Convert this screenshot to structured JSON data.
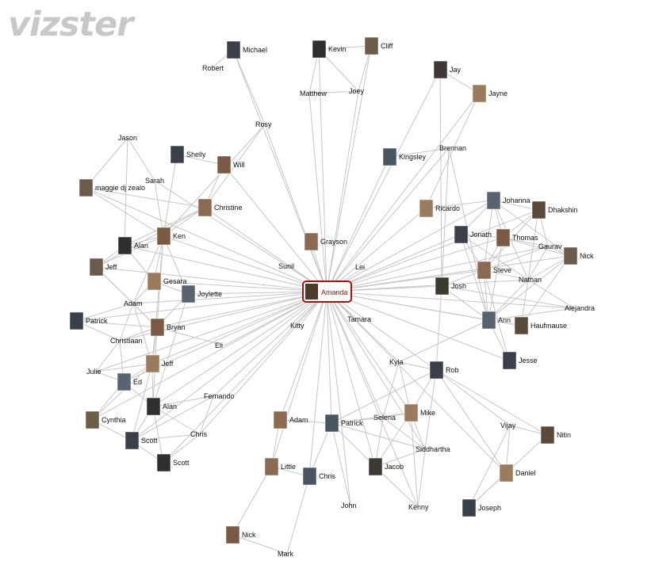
{
  "app": {
    "logo_text": "vizster"
  },
  "colors": {
    "edge": "#c6c6c6",
    "focus_border": "#a01414",
    "focus_text": "#a01414",
    "label_text": "#111111",
    "logo": "#c8c8c8"
  },
  "focus": {
    "name": "Amanda"
  },
  "nodes": [
    {
      "id": "amanda",
      "label": "Amanda",
      "photo": true
    },
    {
      "id": "michael",
      "label": "Michael",
      "photo": true
    },
    {
      "id": "robert",
      "label": "Robert",
      "photo": false
    },
    {
      "id": "kevin",
      "label": "Kevin",
      "photo": true
    },
    {
      "id": "cliff",
      "label": "Cliff",
      "photo": true
    },
    {
      "id": "matthew",
      "label": "Matthew",
      "photo": false
    },
    {
      "id": "joey",
      "label": "Joey",
      "photo": false
    },
    {
      "id": "jay",
      "label": "Jay",
      "photo": true
    },
    {
      "id": "jayne",
      "label": "Jayne",
      "photo": true
    },
    {
      "id": "rosy",
      "label": "Rosy",
      "photo": false
    },
    {
      "id": "jason",
      "label": "Jason",
      "photo": false
    },
    {
      "id": "shelly",
      "label": "Shelly",
      "photo": true
    },
    {
      "id": "will",
      "label": "Will",
      "photo": true
    },
    {
      "id": "sarah",
      "label": "Sarah",
      "photo": false
    },
    {
      "id": "maggie",
      "label": "maggie dj zealo",
      "photo": true
    },
    {
      "id": "christine",
      "label": "Christine",
      "photo": true
    },
    {
      "id": "kingsley",
      "label": "Kingsley",
      "photo": true
    },
    {
      "id": "brennan",
      "label": "Brennan",
      "photo": false
    },
    {
      "id": "ricardo",
      "label": "Ricardo",
      "photo": true
    },
    {
      "id": "johanna",
      "label": "Johanna",
      "photo": true
    },
    {
      "id": "dhakshin",
      "label": "Dhakshin",
      "photo": true
    },
    {
      "id": "jonath",
      "label": "Jonath",
      "photo": true
    },
    {
      "id": "thomas",
      "label": "Thomas",
      "photo": true
    },
    {
      "id": "gaurav",
      "label": "Gaurav",
      "photo": false
    },
    {
      "id": "nick_r",
      "label": "Nick",
      "photo": true
    },
    {
      "id": "steve",
      "label": "Steve",
      "photo": true
    },
    {
      "id": "nathan",
      "label": "Nathan",
      "photo": false
    },
    {
      "id": "josh",
      "label": "Josh",
      "photo": true
    },
    {
      "id": "alejandra",
      "label": "Alejandra",
      "photo": false
    },
    {
      "id": "ann",
      "label": "Ann",
      "photo": true
    },
    {
      "id": "haufmause",
      "label": "Haufmause",
      "photo": true
    },
    {
      "id": "jesse",
      "label": "Jesse",
      "photo": true
    },
    {
      "id": "ken",
      "label": "Ken",
      "photo": true
    },
    {
      "id": "alan_t",
      "label": "Alan",
      "photo": true
    },
    {
      "id": "jeff_t",
      "label": "Jeff",
      "photo": true
    },
    {
      "id": "grayson",
      "label": "Grayson",
      "photo": true
    },
    {
      "id": "sunil",
      "label": "Sunil",
      "photo": false
    },
    {
      "id": "lei",
      "label": "Lei",
      "photo": false
    },
    {
      "id": "gesara",
      "label": "Gesara",
      "photo": true
    },
    {
      "id": "joylette",
      "label": "Joylette",
      "photo": true
    },
    {
      "id": "adam_l",
      "label": "Adam",
      "photo": false
    },
    {
      "id": "patrick_l",
      "label": "Patrick",
      "photo": true
    },
    {
      "id": "bryan",
      "label": "Bryan",
      "photo": true
    },
    {
      "id": "christiaan",
      "label": "Christiaan",
      "photo": false
    },
    {
      "id": "eli",
      "label": "Eli",
      "photo": false
    },
    {
      "id": "kitty",
      "label": "Kitty",
      "photo": false
    },
    {
      "id": "tamara",
      "label": "Tamara",
      "photo": false
    },
    {
      "id": "julie",
      "label": "Julie",
      "photo": false
    },
    {
      "id": "jeff_b",
      "label": "Jeff",
      "photo": true
    },
    {
      "id": "ed",
      "label": "Ed",
      "photo": true
    },
    {
      "id": "kyla",
      "label": "Kyla",
      "photo": false
    },
    {
      "id": "rob",
      "label": "Rob",
      "photo": true
    },
    {
      "id": "fernando",
      "label": "Fernando",
      "photo": false
    },
    {
      "id": "alan_b",
      "label": "Alan",
      "photo": true
    },
    {
      "id": "cynthia",
      "label": "Cynthia",
      "photo": true
    },
    {
      "id": "adam_c",
      "label": "Adam",
      "photo": true
    },
    {
      "id": "patrick_c",
      "label": "Patrick",
      "photo": true
    },
    {
      "id": "selena",
      "label": "Selena",
      "photo": false
    },
    {
      "id": "mike",
      "label": "Mike",
      "photo": true
    },
    {
      "id": "vijay",
      "label": "Vijay",
      "photo": false
    },
    {
      "id": "nitin",
      "label": "Nitin",
      "photo": true
    },
    {
      "id": "scott1",
      "label": "Scott",
      "photo": true
    },
    {
      "id": "chris_l",
      "label": "Chris",
      "photo": false
    },
    {
      "id": "scott2",
      "label": "Scott",
      "photo": true
    },
    {
      "id": "siddhartha",
      "label": "Siddhartha",
      "photo": false
    },
    {
      "id": "little",
      "label": "Little",
      "photo": true
    },
    {
      "id": "chris_b",
      "label": "Chris",
      "photo": true
    },
    {
      "id": "jacob",
      "label": "Jacob",
      "photo": true
    },
    {
      "id": "daniel",
      "label": "Daniel",
      "photo": true
    },
    {
      "id": "john",
      "label": "John",
      "photo": false
    },
    {
      "id": "kenny",
      "label": "Kenny",
      "photo": false
    },
    {
      "id": "joseph",
      "label": "Joseph",
      "photo": true
    },
    {
      "id": "nick_b",
      "label": "Nick",
      "photo": true
    },
    {
      "id": "mark",
      "label": "Mark",
      "photo": false
    }
  ],
  "edges": [
    [
      "amanda",
      "michael"
    ],
    [
      "amanda",
      "kevin"
    ],
    [
      "amanda",
      "cliff"
    ],
    [
      "amanda",
      "matthew"
    ],
    [
      "amanda",
      "joey"
    ],
    [
      "amanda",
      "jay"
    ],
    [
      "amanda",
      "jayne"
    ],
    [
      "amanda",
      "rosy"
    ],
    [
      "amanda",
      "will"
    ],
    [
      "amanda",
      "christine"
    ],
    [
      "amanda",
      "kingsley"
    ],
    [
      "amanda",
      "brennan"
    ],
    [
      "amanda",
      "ricardo"
    ],
    [
      "amanda",
      "johanna"
    ],
    [
      "amanda",
      "dhakshin"
    ],
    [
      "amanda",
      "jonath"
    ],
    [
      "amanda",
      "thomas"
    ],
    [
      "amanda",
      "gaurav"
    ],
    [
      "amanda",
      "nick_r"
    ],
    [
      "amanda",
      "steve"
    ],
    [
      "amanda",
      "nathan"
    ],
    [
      "amanda",
      "josh"
    ],
    [
      "amanda",
      "alejandra"
    ],
    [
      "amanda",
      "ann"
    ],
    [
      "amanda",
      "haufmause"
    ],
    [
      "amanda",
      "jesse"
    ],
    [
      "amanda",
      "ken"
    ],
    [
      "amanda",
      "alan_t"
    ],
    [
      "amanda",
      "jeff_t"
    ],
    [
      "amanda",
      "grayson"
    ],
    [
      "amanda",
      "sunil"
    ],
    [
      "amanda",
      "lei"
    ],
    [
      "amanda",
      "gesara"
    ],
    [
      "amanda",
      "joylette"
    ],
    [
      "amanda",
      "adam_l"
    ],
    [
      "amanda",
      "patrick_l"
    ],
    [
      "amanda",
      "bryan"
    ],
    [
      "amanda",
      "christiaan"
    ],
    [
      "amanda",
      "eli"
    ],
    [
      "amanda",
      "kitty"
    ],
    [
      "amanda",
      "tamara"
    ],
    [
      "amanda",
      "jeff_b"
    ],
    [
      "amanda",
      "ed"
    ],
    [
      "amanda",
      "kyla"
    ],
    [
      "amanda",
      "rob"
    ],
    [
      "amanda",
      "fernando"
    ],
    [
      "amanda",
      "alan_b"
    ],
    [
      "amanda",
      "cynthia"
    ],
    [
      "amanda",
      "adam_c"
    ],
    [
      "amanda",
      "patrick_c"
    ],
    [
      "amanda",
      "selena"
    ],
    [
      "amanda",
      "mike"
    ],
    [
      "amanda",
      "scott1"
    ],
    [
      "amanda",
      "chris_l"
    ],
    [
      "amanda",
      "scott2"
    ],
    [
      "amanda",
      "siddhartha"
    ],
    [
      "amanda",
      "little"
    ],
    [
      "amanda",
      "chris_b"
    ],
    [
      "amanda",
      "jacob"
    ],
    [
      "amanda",
      "john"
    ],
    [
      "amanda",
      "kenny"
    ],
    [
      "amanda",
      "daniel"
    ],
    [
      "amanda",
      "sarah"
    ],
    [
      "amanda",
      "maggie"
    ],
    [
      "amanda",
      "julie"
    ],
    [
      "michael",
      "robert"
    ],
    [
      "michael",
      "rosy"
    ],
    [
      "kevin",
      "matthew"
    ],
    [
      "kevin",
      "joey"
    ],
    [
      "kevin",
      "cliff"
    ],
    [
      "cliff",
      "joey"
    ],
    [
      "matthew",
      "joey"
    ],
    [
      "jay",
      "jayne"
    ],
    [
      "jay",
      "josh"
    ],
    [
      "jayne",
      "ricardo"
    ],
    [
      "rosy",
      "christine"
    ],
    [
      "rosy",
      "ken"
    ],
    [
      "jason",
      "maggie"
    ],
    [
      "jason",
      "alan_t"
    ],
    [
      "jason",
      "sarah"
    ],
    [
      "shelly",
      "will"
    ],
    [
      "shelly",
      "ken"
    ],
    [
      "will",
      "christine"
    ],
    [
      "sarah",
      "ken"
    ],
    [
      "maggie",
      "ken"
    ],
    [
      "maggie",
      "christine"
    ],
    [
      "christine",
      "ken"
    ],
    [
      "christine",
      "alan_t"
    ],
    [
      "christine",
      "jeff_t"
    ],
    [
      "kingsley",
      "brennan"
    ],
    [
      "brennan",
      "ann"
    ],
    [
      "brennan",
      "josh"
    ],
    [
      "ricardo",
      "johanna"
    ],
    [
      "johanna",
      "dhakshin"
    ],
    [
      "johanna",
      "thomas"
    ],
    [
      "johanna",
      "steve"
    ],
    [
      "johanna",
      "nathan"
    ],
    [
      "johanna",
      "nick_r"
    ],
    [
      "johanna",
      "jonath"
    ],
    [
      "dhakshin",
      "thomas"
    ],
    [
      "dhakshin",
      "gaurav"
    ],
    [
      "dhakshin",
      "nathan"
    ],
    [
      "dhakshin",
      "steve"
    ],
    [
      "jonath",
      "thomas"
    ],
    [
      "jonath",
      "steve"
    ],
    [
      "jonath",
      "nathan"
    ],
    [
      "jonath",
      "ann"
    ],
    [
      "thomas",
      "gaurav"
    ],
    [
      "thomas",
      "nick_r"
    ],
    [
      "thomas",
      "steve"
    ],
    [
      "thomas",
      "ann"
    ],
    [
      "gaurav",
      "nick_r"
    ],
    [
      "gaurav",
      "steve"
    ],
    [
      "gaurav",
      "nathan"
    ],
    [
      "nick_r",
      "nathan"
    ],
    [
      "nick_r",
      "haufmause"
    ],
    [
      "nick_r",
      "ann"
    ],
    [
      "steve",
      "nathan"
    ],
    [
      "steve",
      "josh"
    ],
    [
      "steve",
      "ann"
    ],
    [
      "steve",
      "jesse"
    ],
    [
      "nathan",
      "alejandra"
    ],
    [
      "nathan",
      "ann"
    ],
    [
      "nathan",
      "haufmause"
    ],
    [
      "josh",
      "ann"
    ],
    [
      "josh",
      "alejandra"
    ],
    [
      "josh",
      "rob"
    ],
    [
      "ann",
      "haufmause"
    ],
    [
      "ann",
      "jesse"
    ],
    [
      "ann",
      "alejandra"
    ],
    [
      "ann",
      "kyla"
    ],
    [
      "ken",
      "alan_t"
    ],
    [
      "ken",
      "jeff_t"
    ],
    [
      "ken",
      "gesara"
    ],
    [
      "ken",
      "joylette"
    ],
    [
      "ken",
      "adam_l"
    ],
    [
      "ken",
      "bryan"
    ],
    [
      "ken",
      "jeff_b"
    ],
    [
      "alan_t",
      "jeff_t"
    ],
    [
      "alan_t",
      "gesara"
    ],
    [
      "jeff_t",
      "adam_l"
    ],
    [
      "jeff_t",
      "bryan"
    ],
    [
      "gesara",
      "adam_l"
    ],
    [
      "gesara",
      "joylette"
    ],
    [
      "joylette",
      "bryan"
    ],
    [
      "joylette",
      "alan_b"
    ],
    [
      "adam_l",
      "patrick_l"
    ],
    [
      "adam_l",
      "bryan"
    ],
    [
      "adam_l",
      "christiaan"
    ],
    [
      "adam_l",
      "jeff_b"
    ],
    [
      "patrick_l",
      "bryan"
    ],
    [
      "patrick_l",
      "christiaan"
    ],
    [
      "bryan",
      "christiaan"
    ],
    [
      "bryan",
      "jeff_b"
    ],
    [
      "bryan",
      "eli"
    ],
    [
      "bryan",
      "alan_b"
    ],
    [
      "christiaan",
      "julie"
    ],
    [
      "christiaan",
      "ed"
    ],
    [
      "julie",
      "jeff_b"
    ],
    [
      "julie",
      "ed"
    ],
    [
      "jeff_b",
      "ed"
    ],
    [
      "jeff_b",
      "alan_b"
    ],
    [
      "jeff_b",
      "cynthia"
    ],
    [
      "jeff_b",
      "scott1"
    ],
    [
      "ed",
      "cynthia"
    ],
    [
      "ed",
      "alan_b"
    ],
    [
      "alan_b",
      "fernando"
    ],
    [
      "alan_b",
      "scott1"
    ],
    [
      "alan_b",
      "scott2"
    ],
    [
      "alan_b",
      "chris_l"
    ],
    [
      "fernando",
      "chris_l"
    ],
    [
      "fernando",
      "scott1"
    ],
    [
      "cynthia",
      "scott1"
    ],
    [
      "scott1",
      "scott2"
    ],
    [
      "scott1",
      "chris_l"
    ],
    [
      "scott2",
      "chris_l"
    ],
    [
      "kyla",
      "rob"
    ],
    [
      "kyla",
      "selena"
    ],
    [
      "kyla",
      "mike"
    ],
    [
      "rob",
      "vijay"
    ],
    [
      "rob",
      "nitin"
    ],
    [
      "rob",
      "mike"
    ],
    [
      "rob",
      "siddhartha"
    ],
    [
      "rob",
      "daniel"
    ],
    [
      "rob",
      "patrick_c"
    ],
    [
      "vijay",
      "nitin"
    ],
    [
      "vijay",
      "daniel"
    ],
    [
      "vijay",
      "joseph"
    ],
    [
      "nitin",
      "joseph"
    ],
    [
      "daniel",
      "joseph"
    ],
    [
      "patrick_c",
      "selena"
    ],
    [
      "patrick_c",
      "mike"
    ],
    [
      "patrick_c",
      "jacob"
    ],
    [
      "patrick_c",
      "chris_b"
    ],
    [
      "patrick_c",
      "john"
    ],
    [
      "patrick_c",
      "siddhartha"
    ],
    [
      "patrick_c",
      "adam_c"
    ],
    [
      "selena",
      "mike"
    ],
    [
      "selena",
      "siddhartha"
    ],
    [
      "selena",
      "jacob"
    ],
    [
      "mike",
      "siddhartha"
    ],
    [
      "mike",
      "kenny"
    ],
    [
      "mike",
      "jacob"
    ],
    [
      "siddhartha",
      "kenny"
    ],
    [
      "siddhartha",
      "jacob"
    ],
    [
      "jacob",
      "kenny"
    ],
    [
      "chris_b",
      "little"
    ],
    [
      "chris_b",
      "mark"
    ],
    [
      "little",
      "nick_b"
    ],
    [
      "nick_b",
      "mark"
    ],
    [
      "adam_c",
      "little"
    ]
  ]
}
